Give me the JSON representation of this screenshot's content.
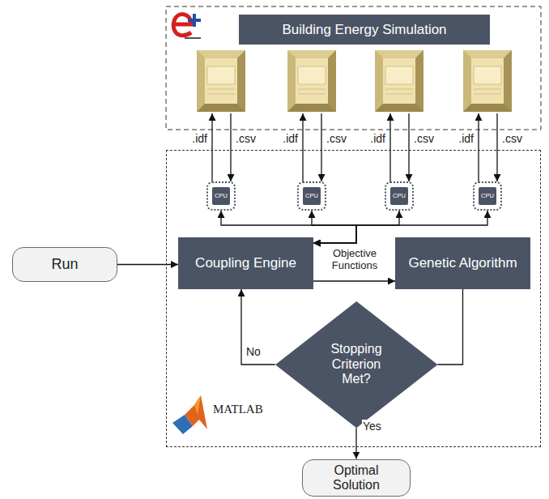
{
  "diagram": {
    "nodes": [
      {
        "text": [
          "Building Energy Simulation"
        ]
      },
      {
        "text": [
          "Run"
        ]
      },
      {
        "text": [
          "MATLAB"
        ]
      },
      {
        "text": [
          "CPU"
        ],
        "in": 2
      },
      {
        "text": [
          "CPU"
        ],
        "in": 2
      },
      {
        "text": [
          "CPU"
        ],
        "in": 2
      },
      {
        "text": [
          "CPU"
        ],
        "in": 2
      },
      {
        "text": [
          "Coupling Engine"
        ],
        "in": 2
      },
      {
        "text": [
          "Genetic Algorithm"
        ],
        "in": 2
      },
      {
        "text": [
          "Stopping Criterion Met?"
        ],
        "in": 2
      },
      {
        "text": [
          "Optimal Solution"
        ]
      }
    ],
    "edges": [
      {
        "from": 1,
        "to": 7,
        "arrow": "to"
      },
      {
        "from": 7,
        "to": 3,
        "arrow": "both"
      },
      {
        "from": 7,
        "to": 4,
        "arrow": "both"
      },
      {
        "from": 7,
        "to": 5,
        "arrow": "both"
      },
      {
        "from": 7,
        "to": 6,
        "arrow": "both"
      },
      {
        "from": 7,
        "to": 8,
        "label": "Objective Functions",
        "arrow": "to"
      },
      {
        "from": 8,
        "to": 9,
        "arrow": "none"
      },
      {
        "from": 9,
        "to": 7,
        "label": "No",
        "arrow": "to"
      },
      {
        "from": 9,
        "to": 10,
        "label": "Yes",
        "arrow": "to"
      }
    ],
    "labels": [
      ".idf",
      ".csv",
      ".idf",
      ".csv",
      ".idf",
      ".csv",
      ".idf",
      ".csv"
    ]
  }
}
